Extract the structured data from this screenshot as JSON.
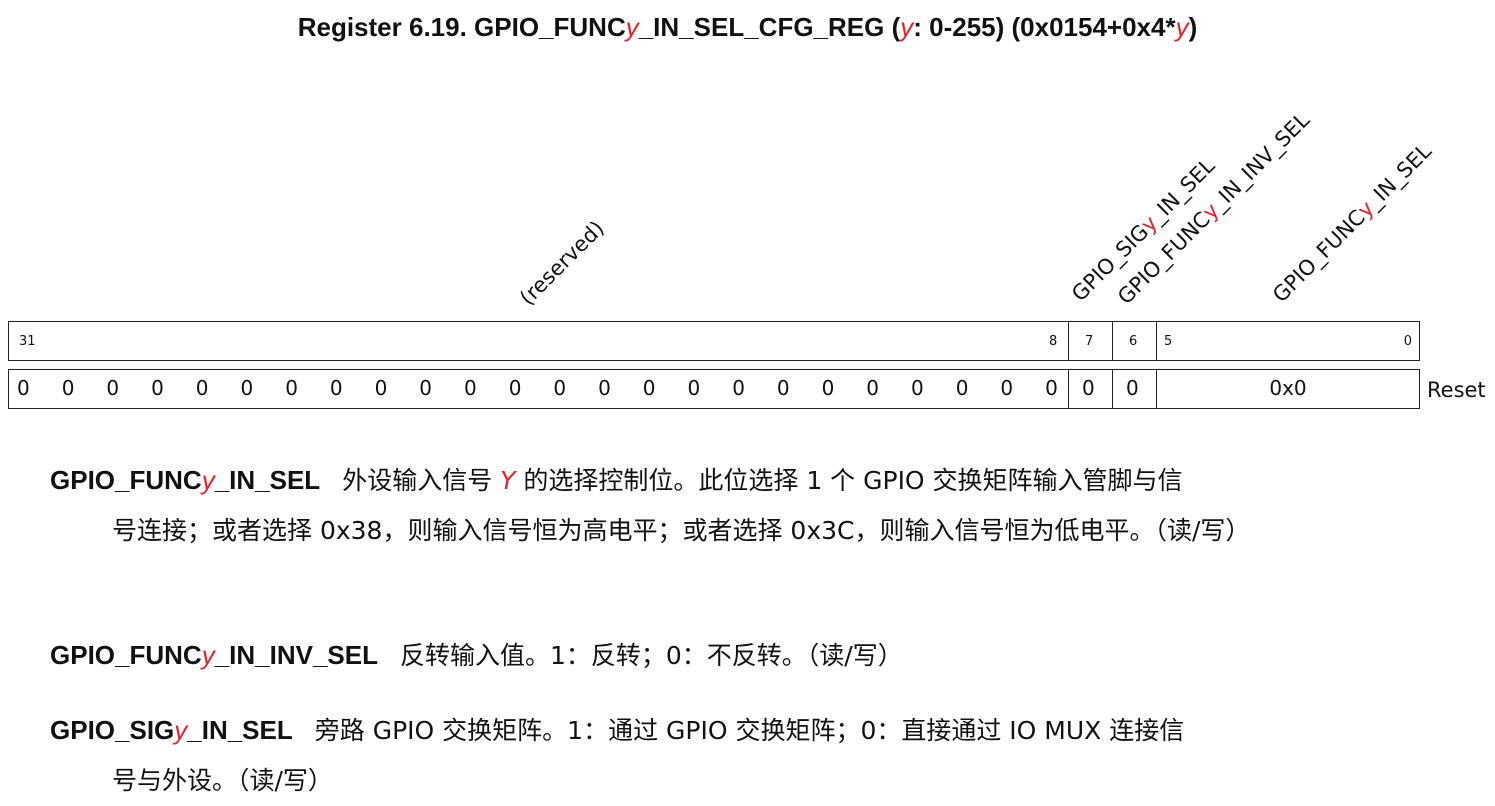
{
  "title": {
    "prefix": "Register 6.19. GPIO_FUNC",
    "var": "y",
    "mid": "_IN_SEL_CFG_REG (",
    "var2": "y",
    "mid2": ": 0-255) (0x0154+0x4*",
    "var3": "y",
    "suffix": ")"
  },
  "fields": [
    {
      "pre": "(reserved)",
      "var": "",
      "post": "",
      "bits": [
        "31",
        "8"
      ],
      "reset": [
        "0",
        "0",
        "0",
        "0",
        "0",
        "0",
        "0",
        "0",
        "0",
        "0",
        "0",
        "0",
        "0",
        "0",
        "0",
        "0",
        "0",
        "0",
        "0",
        "0",
        "0",
        "0",
        "0",
        "0"
      ]
    },
    {
      "pre": "GPIO_SIG",
      "var": "y",
      "post": "_IN_SEL",
      "bits": [
        "7"
      ],
      "reset": "0"
    },
    {
      "pre": "GPIO_FUNC",
      "var": "y",
      "post": "_IN_INV_SEL",
      "bits": [
        "6"
      ],
      "reset": "0"
    },
    {
      "pre": "GPIO_FUNC",
      "var": "y",
      "post": "_IN_SEL",
      "bits": [
        "5",
        "0"
      ],
      "reset": "0x0"
    }
  ],
  "reset_label": "Reset",
  "descriptions": [
    {
      "pre": "GPIO_FUNC",
      "var": "y",
      "post": "_IN_SEL",
      "text1a": "外设输入信号 ",
      "text1var": "Y",
      "text1b": " 的选择控制位。此位选择 1 个 GPIO 交换矩阵输入管脚与信",
      "text2": "号连接；或者选择 0x38，则输入信号恒为高电平；或者选择 0x3C，则输入信号恒为低电平。（读/写）"
    },
    {
      "pre": "GPIO_FUNC",
      "var": "y",
      "post": "_IN_INV_SEL",
      "text1": "反转输入值。1：反转；0：不反转。（读/写）"
    },
    {
      "pre": "GPIO_SIG",
      "var": "y",
      "post": "_IN_SEL",
      "text1": "旁路 GPIO 交换矩阵。1：通过 GPIO 交换矩阵；0：直接通过 IO MUX 连接信",
      "text2": "号与外设。（读/写）"
    }
  ]
}
